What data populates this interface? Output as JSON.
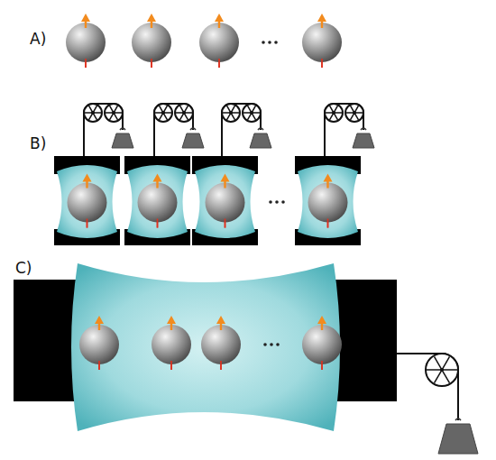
{
  "diagram": {
    "labels": [
      "A)",
      "B)",
      "C)"
    ]
  }
}
